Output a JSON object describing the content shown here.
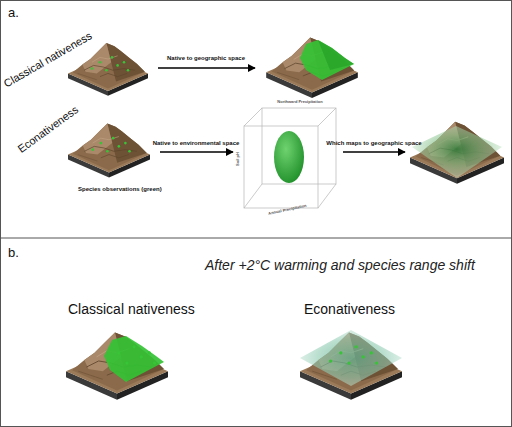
{
  "diagram": {
    "labels": [
      "a.",
      "Classical nativeness",
      "Native to geographic space",
      "Econativeness",
      "Species observations (green)",
      "Native to environmental space",
      "Northward Precipitation",
      "Soil pH",
      "Annual Precipitation",
      "Which maps to geographic space",
      "b.",
      "After +2°C warming and species range shift",
      "Classical nativeness",
      "Econativeness"
    ]
  }
}
